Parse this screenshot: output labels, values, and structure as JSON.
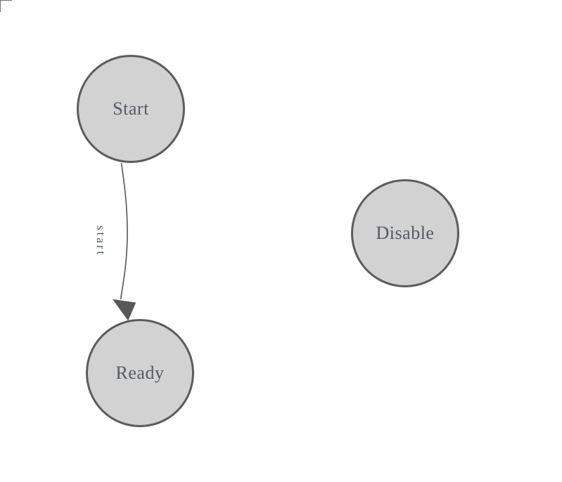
{
  "diagram": {
    "type": "finite-state-machine",
    "nodes": [
      {
        "id": "start",
        "label": "Start",
        "shape": "circle"
      },
      {
        "id": "ready",
        "label": "Ready",
        "shape": "circle"
      },
      {
        "id": "disable",
        "label": "Disable",
        "shape": "circle"
      }
    ],
    "edges": [
      {
        "from": "start",
        "to": "ready",
        "label": "start",
        "arrowhead": "solid-triangle",
        "label_rotation_deg": 90
      }
    ],
    "icons": {
      "arrowhead": "solid dark-gray triangle pointing into Ready node",
      "corner_mark": "thin L-shaped bracket at canvas top-left"
    },
    "colors": {
      "canvas_background": "#ffffff",
      "node_fill": "#d2d2d2",
      "node_stroke": "#5c5c5c",
      "node_text": "#555a61",
      "edge_stroke": "#555555",
      "arrowhead_fill": "#585858",
      "edge_label_text": "#4d5663",
      "corner_mark": "#6e6e6e"
    }
  }
}
